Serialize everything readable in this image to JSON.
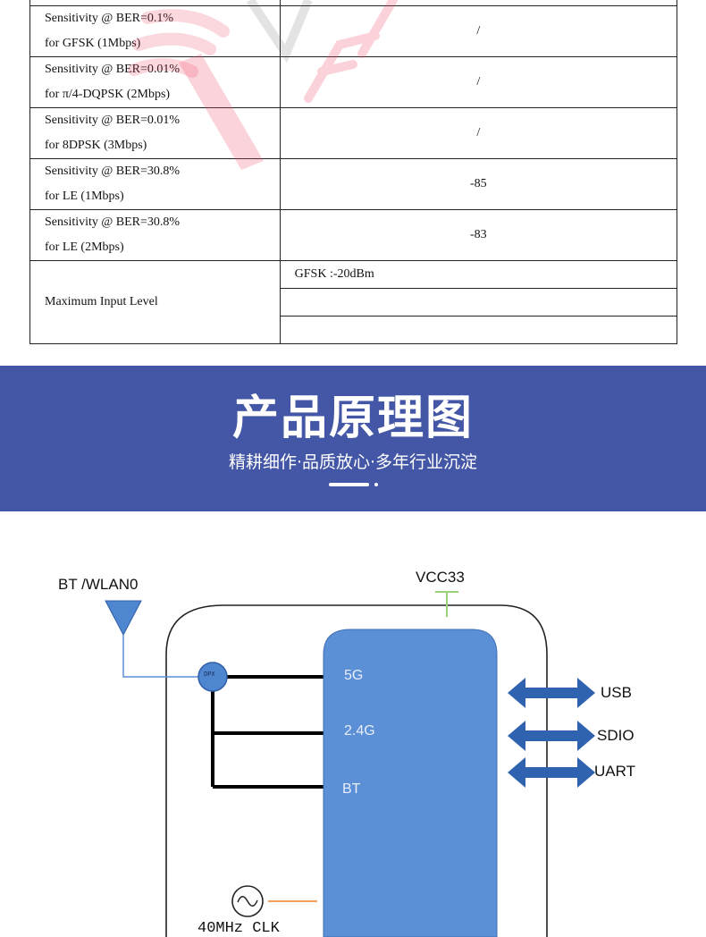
{
  "spec_table": {
    "rows": [
      {
        "param_line1": "Sensitivity @ BER=0.1%",
        "param_line2": "for GFSK (1Mbps)",
        "value": "/"
      },
      {
        "param_line1": "Sensitivity @ BER=0.01%",
        "param_line2": "for π/4-DQPSK (2Mbps)",
        "value": "/"
      },
      {
        "param_line1": "Sensitivity @ BER=0.01%",
        "param_line2": "for 8DPSK (3Mbps)",
        "value": "/"
      },
      {
        "param_line1": "Sensitivity @ BER=30.8%",
        "param_line2": "for LE (1Mbps)",
        "value": "-85"
      },
      {
        "param_line1": "Sensitivity @ BER=30.8%",
        "param_line2": "for LE (2Mbps)",
        "value": "-83"
      }
    ],
    "max_input": {
      "label": "Maximum Input Level",
      "values": [
        "GFSK :-20dBm",
        "",
        ""
      ]
    }
  },
  "banner": {
    "title": "产品原理图",
    "subtitle": "精耕细作·品质放心·多年行业沉淀",
    "background": "#4457a6"
  },
  "diagram": {
    "antenna_label": "BT /WLAN0",
    "dpx_label": "DPX",
    "power_label": "VCC33",
    "chip_ports": [
      "5G",
      "2.4G",
      "BT"
    ],
    "interfaces": [
      "USB",
      "SDIO",
      "UART"
    ],
    "clock_label": "40MHz CLK",
    "chip_color": "#5b8fd6",
    "arrow_color": "#2f63b0",
    "clock_line_color": "#f0a060",
    "power_line_color": "#9ad27a"
  }
}
